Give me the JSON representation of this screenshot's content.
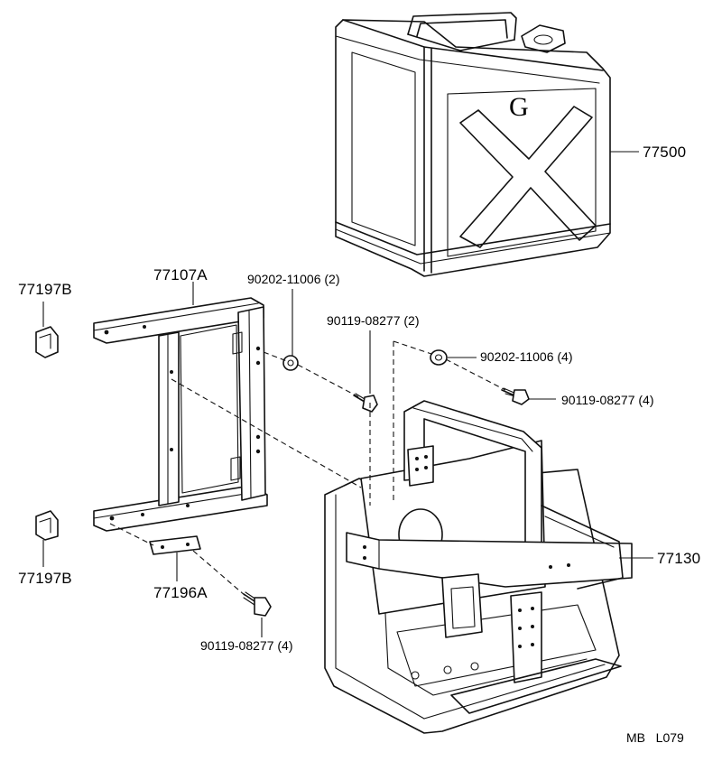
{
  "labels": {
    "can": "77500",
    "frame": "77107A",
    "cushion_top": "77197B",
    "cushion_bottom": "77197B",
    "washer_left": "90202-11006 (2)",
    "bolt_upper": "90119-08277 (2)",
    "washer_right": "90202-11006 (4)",
    "bolt_right": "90119-08277 (4)",
    "carrier": "77130",
    "plate": "77196A",
    "bolt_lower": "90119-08277 (4)",
    "footer": "MB   L079"
  },
  "can_emblem": "G"
}
